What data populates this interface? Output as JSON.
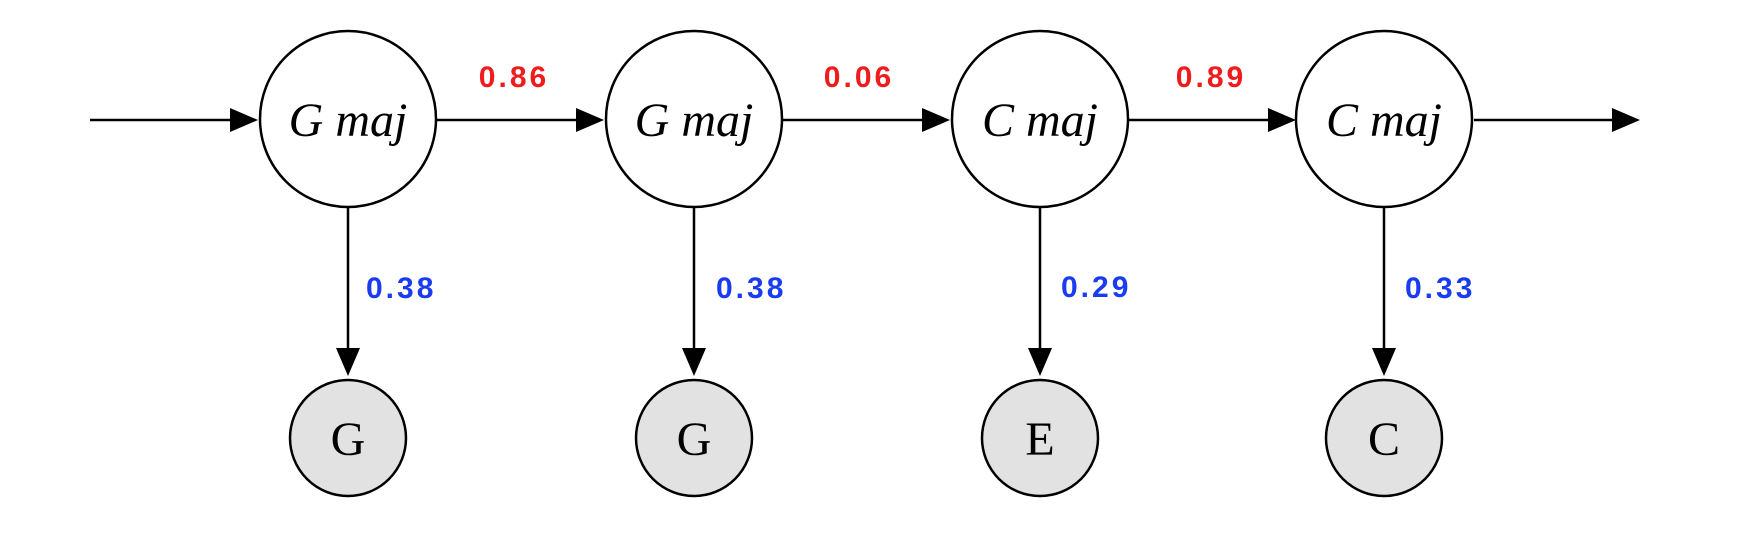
{
  "colors": {
    "transition": "#ee1c1c",
    "emission": "#1a3cf0",
    "observed_fill": "#e2e2e2"
  },
  "hidden_states": [
    "G maj",
    "G maj",
    "C maj",
    "C maj"
  ],
  "observations": [
    "G",
    "G",
    "E",
    "C"
  ],
  "transition_probs": [
    "0.86",
    "0.06",
    "0.89"
  ],
  "emission_probs": [
    "0.38",
    "0.38",
    "0.29",
    "0.33"
  ]
}
